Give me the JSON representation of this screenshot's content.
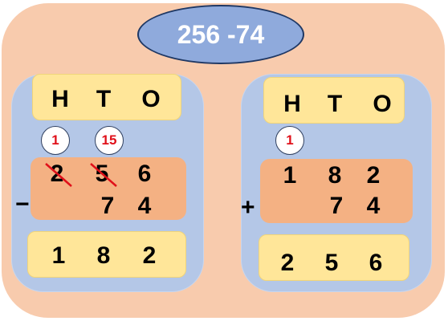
{
  "title": "256 -74",
  "subtraction": {
    "headers": [
      "H",
      "T",
      "O"
    ],
    "borrow_marks": [
      "1",
      "15"
    ],
    "top_row": [
      "2",
      "5",
      "6"
    ],
    "bottom_row": [
      "7",
      "4"
    ],
    "operator": "−",
    "result": [
      "1",
      "8",
      "2"
    ],
    "strike_color": "#e0101a"
  },
  "addition": {
    "headers": [
      "H",
      "T",
      "O"
    ],
    "carry_mark": "1",
    "top_row": [
      "1",
      "8",
      "2"
    ],
    "bottom_row": [
      "7",
      "4"
    ],
    "operator": "+",
    "result": [
      "2",
      "5",
      "6"
    ]
  },
  "colors": {
    "background": "#f8cbad",
    "panel": "#b4c7e7",
    "header_box": "#ffe699",
    "work_box": "#f4b183",
    "title_oval": "#8faadc",
    "mark_text": "#e0101a"
  }
}
